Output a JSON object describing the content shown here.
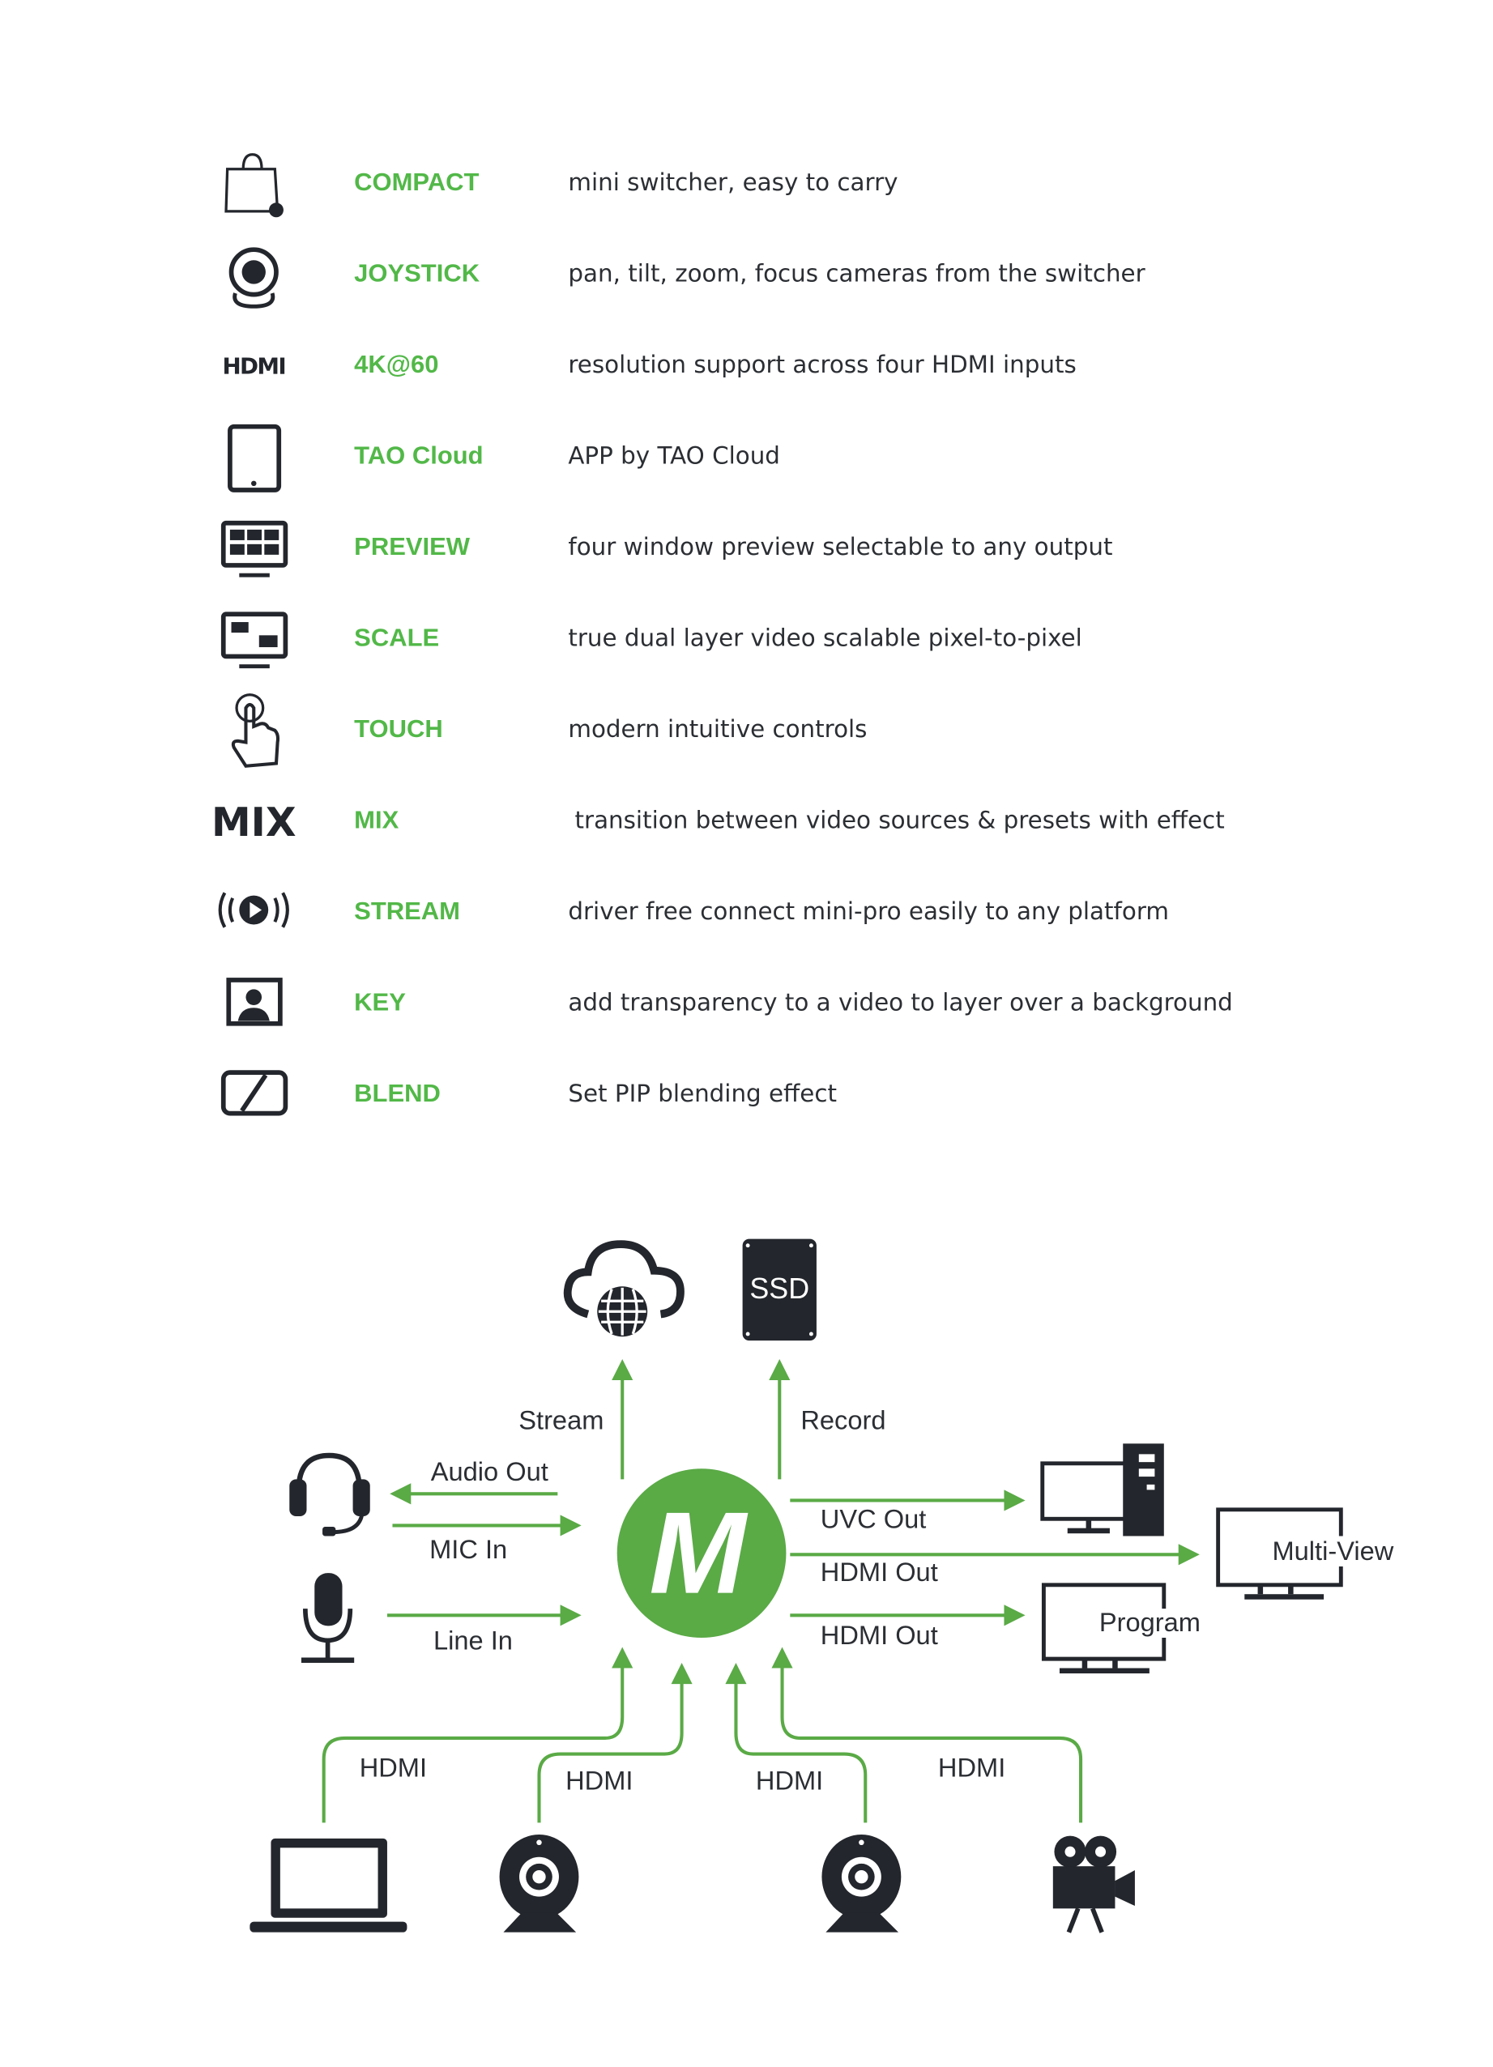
{
  "features": [
    {
      "icon": "shopping-bag-icon",
      "label": "COMPACT",
      "desc": "mini switcher, easy to carry"
    },
    {
      "icon": "webcam-icon",
      "label": "JOYSTICK",
      "desc": "pan, tilt, zoom, focus cameras from the switcher"
    },
    {
      "icon": "hdmi-logo-icon",
      "icon_text": "HDMI",
      "label": "4K@60",
      "desc": "resolution support across four HDMI inputs"
    },
    {
      "icon": "tablet-icon",
      "label": "TAO Cloud",
      "desc": "APP by TAO Cloud"
    },
    {
      "icon": "multiview-monitor-icon",
      "label": "PREVIEW",
      "desc": "four window preview selectable to any output"
    },
    {
      "icon": "pip-monitor-icon",
      "label": "SCALE",
      "desc": "true dual layer video scalable pixel-to-pixel"
    },
    {
      "icon": "touch-hand-icon",
      "label": "TOUCH",
      "desc": "modern intuitive controls"
    },
    {
      "icon": "mix-text-icon",
      "icon_text": "MIX",
      "label": "MIX",
      "desc": "transition between video sources & presets with effect"
    },
    {
      "icon": "broadcast-play-icon",
      "label": "STREAM",
      "desc": "driver free connect mini-pro easily to any platform"
    },
    {
      "icon": "person-portrait-icon",
      "label": "KEY",
      "desc": "add transparency to a video to layer over a background"
    },
    {
      "icon": "blend-slash-icon",
      "label": "BLEND",
      "desc": "Set PIP blending effect"
    }
  ],
  "diagram": {
    "hub_letter": "M",
    "ssd": "SSD",
    "stream": "Stream",
    "record": "Record",
    "audio_out": "Audio Out",
    "mic_in": "MIC In",
    "line_in": "Line In",
    "uvc_out": "UVC Out",
    "hdmi_out_1": "HDMI Out",
    "hdmi_out_2": "HDMI Out",
    "multi_view": "Multi-View",
    "program": "Program",
    "hdmi_in": [
      "HDMI",
      "HDMI",
      "HDMI",
      "HDMI"
    ]
  },
  "colors": {
    "accent": "#52b848",
    "hub": "#5aaa46",
    "icon": "#23262c",
    "text": "#2b2e33"
  }
}
